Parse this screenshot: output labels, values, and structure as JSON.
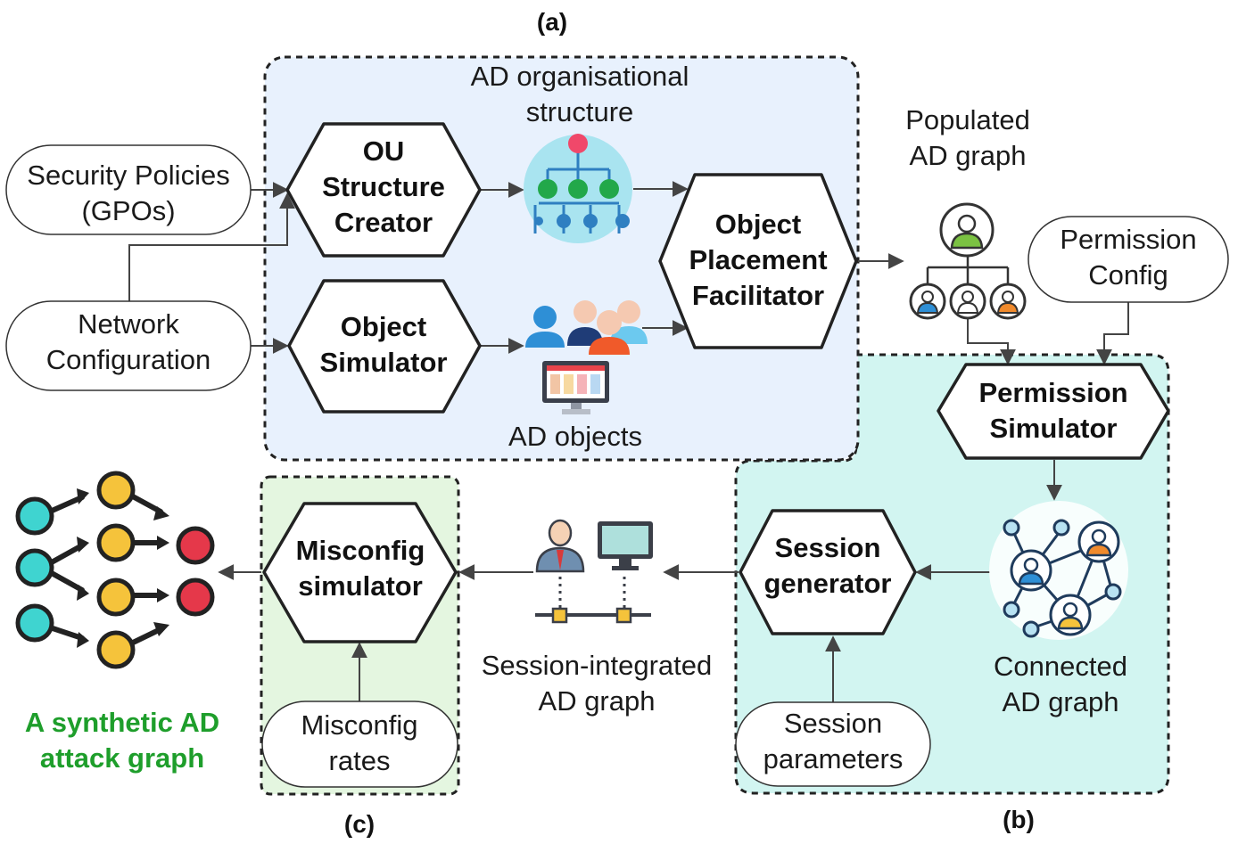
{
  "colors": {
    "region_a_fill": "#e8f1fd",
    "region_b_fill": "#d2f5f1",
    "region_c_fill": "#e4f6e0",
    "border": "#222222",
    "arrow": "#444444",
    "accent_green": "#1e9e2b",
    "node_teal": "#3fd4d0",
    "node_yellow": "#f5c33b",
    "node_red": "#e5384a",
    "avatar_blue": "#2e8fd6",
    "avatar_orange": "#f08a2c",
    "avatar_green": "#7bc242"
  },
  "labels": {
    "a": "(a)",
    "b": "(b)",
    "c": "(c)"
  },
  "inputs": {
    "security_policies": [
      "Security Policies",
      "(GPOs)"
    ],
    "network_configuration": [
      "Network",
      "Configuration"
    ],
    "permission_config": [
      "Permission",
      "Config"
    ],
    "misconfig_rates": [
      "Misconfig",
      "rates"
    ],
    "session_parameters": [
      "Session",
      "parameters"
    ]
  },
  "processes": {
    "ou_structure_creator": [
      "OU",
      "Structure",
      "Creator"
    ],
    "object_simulator": [
      "Object",
      "Simulator"
    ],
    "object_placement_facilitator": [
      "Object",
      "Placement",
      "Facilitator"
    ],
    "permission_simulator": [
      "Permission",
      "Simulator"
    ],
    "session_generator": [
      "Session",
      "generator"
    ],
    "misconfig_simulator": [
      "Misconfig",
      "simulator"
    ]
  },
  "artifacts": {
    "ad_org_structure": [
      "AD organisational",
      "structure"
    ],
    "ad_objects": [
      "AD objects"
    ],
    "populated_ad_graph": [
      "Populated",
      "AD graph"
    ],
    "connected_ad_graph": [
      "Connected",
      "AD graph"
    ],
    "session_integrated_ad_graph": [
      "Session-integrated",
      "AD graph"
    ],
    "synthetic_attack_graph": [
      "A synthetic AD",
      "attack graph"
    ]
  },
  "icons": {
    "org_structure": "org-chart-icon",
    "ad_objects_users": "users-group-icon",
    "ad_objects_screen": "computer-screen-icon",
    "populated_graph": "hierarchy-avatars-icon",
    "connected_graph": "network-avatars-icon",
    "session_graph": "user-computer-network-icon",
    "attack_graph": "attack-graph-icon"
  }
}
